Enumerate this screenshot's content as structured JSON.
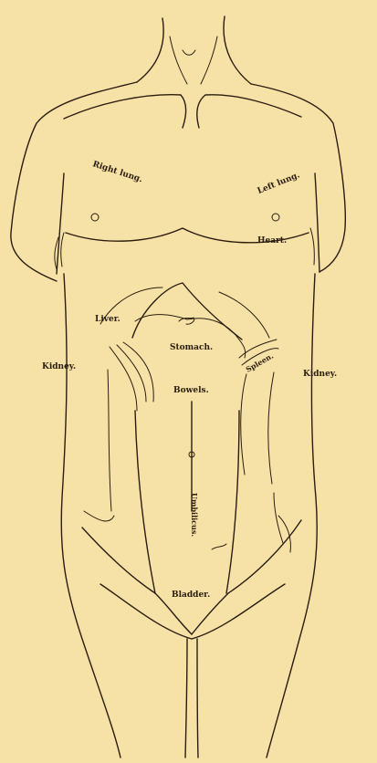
{
  "figure": {
    "colors": {
      "paper": "#f6e2a6",
      "ink": "#2a1d10"
    },
    "labels": {
      "right_lung": "Right lung.",
      "left_lung": "Left lung.",
      "heart": "Heart.",
      "liver": "Liver.",
      "stomach": "Stomach.",
      "spleen": "Spleen.",
      "kidney_left_side": "Kidney.",
      "kidney_right_side": "Kidney.",
      "bowels": "Bowels.",
      "navel": "Umbilicus.",
      "bladder": "Bladder."
    }
  }
}
